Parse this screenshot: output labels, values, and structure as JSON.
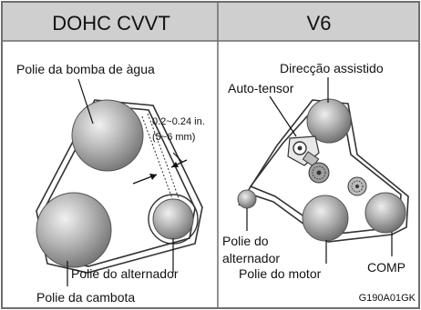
{
  "header": {
    "left_title": "DOHC CVVT",
    "right_title": "V6"
  },
  "left_panel": {
    "labels": {
      "water_pump": "Polie da bomba de àgua",
      "alternator": "Polie do alternador",
      "crankshaft": "Polie da cambota"
    },
    "deflection": {
      "in": "0.2~0.24 in.",
      "mm": "(5~6 mm)"
    }
  },
  "right_panel": {
    "labels": {
      "power_steering": "Direcção assistido",
      "auto_tensioner": "Auto-tensor",
      "alternator_line1": "Polie do",
      "alternator_line2": "alternador",
      "motor": "Polie do motor",
      "comp": "COMP"
    }
  },
  "figure_code": "G190A01GK",
  "colors": {
    "header_bg": "#cfcfcf",
    "frame": "#6e6e6e",
    "pulley_light": "#ececec",
    "pulley_dark": "#7a7a7a"
  }
}
